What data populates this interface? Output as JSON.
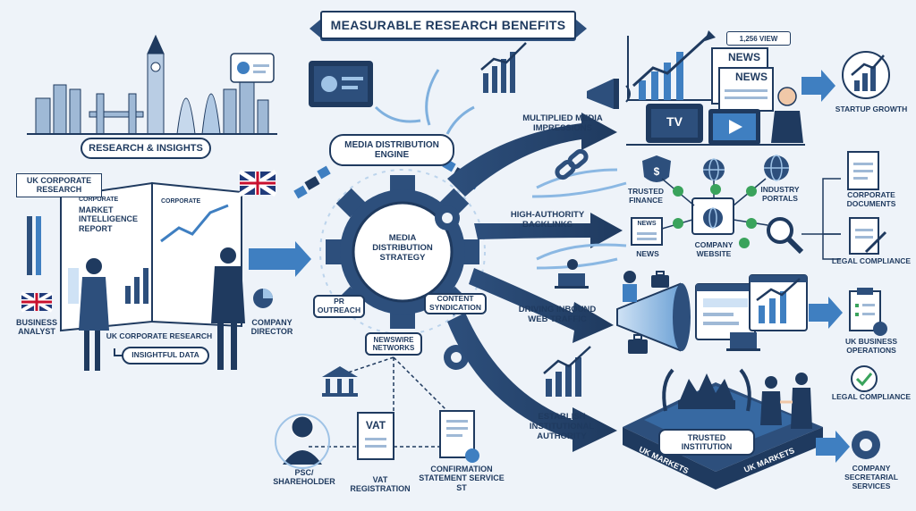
{
  "title": "MEASURABLE RESEARCH BENEFITS",
  "left": {
    "research_insights": "RESEARCH & INSIGHTS",
    "uk_corporate_research_tag": "UK CORPORATE RESEARCH",
    "report_tag": "CORPORATE",
    "report_title": "MARKET INTELLIGENCE REPORT",
    "report_page_tag": "CORPORATE",
    "business_analyst": "BUSINESS ANALYST",
    "uk_corporate_research_caption": "UK CORPORATE RESEARCH",
    "company_director": "COMPANY DIRECTOR",
    "insightful_data": "INSIGHTFUL DATA"
  },
  "center": {
    "engine_label": "MEDIA DISTRIBUTION ENGINE",
    "gear_label": "MEDIA DISTRIBUTION STRATEGY",
    "pr_outreach": "PR OUTREACH",
    "content_syndication": "CONTENT SYNDICATION",
    "newswire_networks": "NEWSWIRE NETWORKS"
  },
  "bottom": {
    "psc_shareholder": "PSC/ SHAREHOLDER",
    "vat_doc": "VAT",
    "vat_registration": "VAT REGISTRATION",
    "confirmation_statement": "CONFIRMATION STATEMENT SERVICE ST"
  },
  "flows": {
    "media_impressions": "MULTIPLIED MEDIA IMPRESSIONS",
    "backlinks": "HIGH-AUTHORITY BACKLINKS",
    "web_traffic": "DRIVING INBOUND WEB TRAFFIC",
    "authority": "ESTABLISH INSTITUTIONAL AUTHORITY"
  },
  "right_mid": {
    "views_badge": "1,256 VIEW",
    "news1": "NEWS",
    "news2": "NEWS",
    "tv": "TV",
    "trusted_finance": "TRUSTED FINANCE",
    "industry_portals": "INDUSTRY PORTALS",
    "news_small": "NEWS",
    "news_label": "NEWS",
    "company_website": "COMPANY WEBSITE",
    "trusted_institution": "TRUSTED INSTITUTION",
    "uk_markets_left": "UK MARKETS",
    "uk_markets_right": "UK MARKETS"
  },
  "outcomes": {
    "startup_growth": "STARTUP GROWTH",
    "corporate_documents": "CORPORATE DOCUMENTS",
    "legal_compliance_1": "LEGAL COMPLIANCE",
    "uk_business_operations": "UK BUSINESS OPERATIONS",
    "legal_compliance_2": "LEGAL COMPLIANCE",
    "company_secretarial_services": "COMPANY SECRETARIAL SERVICES"
  },
  "colors": {
    "navy": "#1f3a5f",
    "mid_blue": "#2d4f7c",
    "light_blue": "#9fc3e6",
    "accent_blue": "#3f7fc1",
    "green_check": "#3aa35c",
    "uk_red": "#c8102e",
    "background": "#eef3f9"
  },
  "icons": [
    "big-ben-icon",
    "uk-flag-icon",
    "satellite-icon",
    "gear-icon",
    "megaphone-icon",
    "tv-icon",
    "link-icon",
    "shield-icon",
    "globe-icon",
    "magnifier-icon",
    "laptop-icon",
    "briefcase-icon",
    "bank-icon",
    "document-icon",
    "crown-icon",
    "trend-chart-icon"
  ]
}
